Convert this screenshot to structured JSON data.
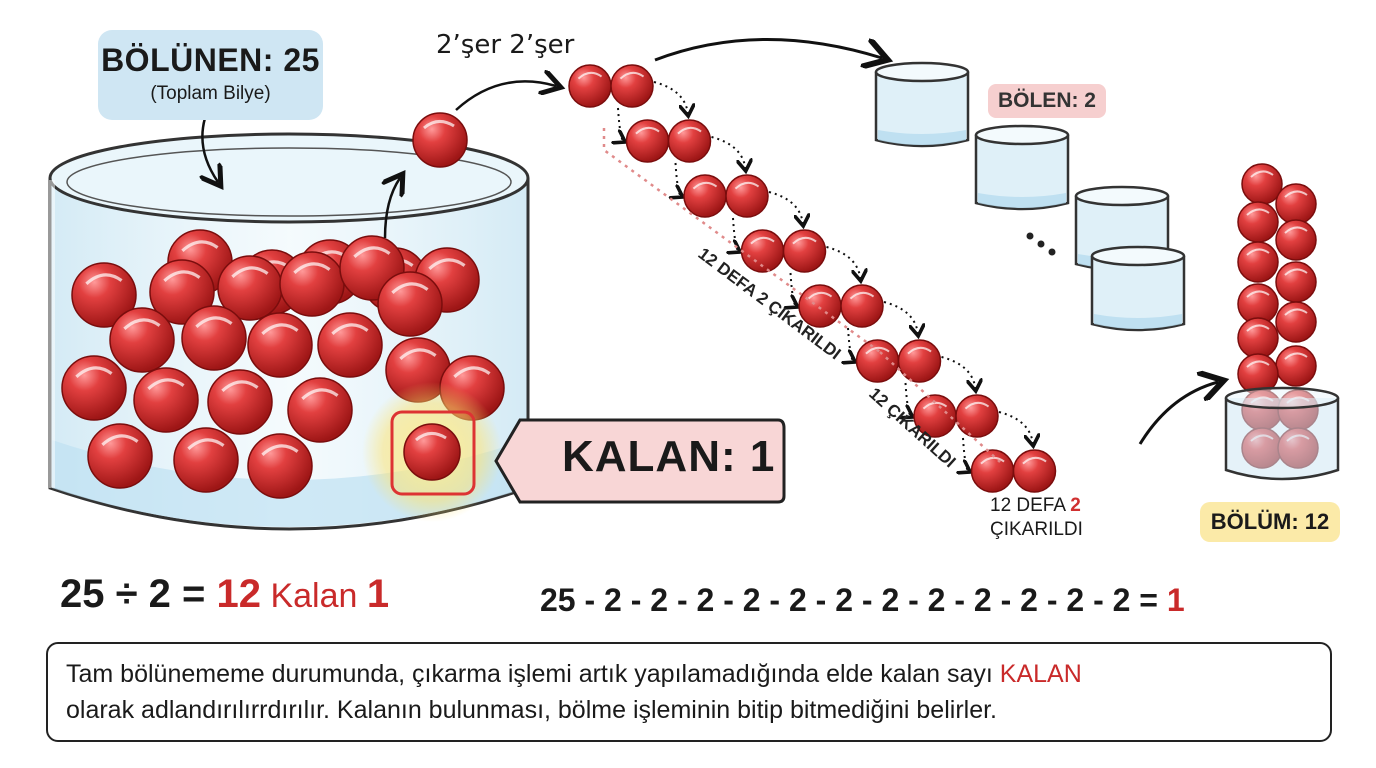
{
  "dividend": {
    "label": "BÖLÜNEN: 25",
    "sublabel": "(Toplam Bilye)"
  },
  "step_label": "2’şer 2’şer",
  "divisor_label": "BÖLEN: 2",
  "remainder_label": "KALAN: 1",
  "quotient_label": "BÖLÜM: 12",
  "diagonal_label_1": "12 DEFA 2 ÇIKARILDI",
  "diagonal_label_2": "12 ÇIKARILDI",
  "subtract_caption": {
    "prefix": "12 DEFA ",
    "highlight": "2",
    "suffix": "ÇIKARILDI"
  },
  "equation": {
    "left": "25 ÷ 2 = ",
    "quotient": "12",
    "kalan_word": " Kalan ",
    "remainder": "1"
  },
  "subtraction_chain": {
    "expression": "25 - 2 - 2 - 2 - 2 - 2 - 2 - 2 - 2 - 2 - 2 - 2 - 2 = ",
    "result": "1"
  },
  "note": {
    "line1_prefix": "Tam bölünememe durumunda, çıkarma işlemi artık yapılamadığında elde kalan sayı ",
    "line1_highlight": "KALAN",
    "line2": "olarak adlandırılırrdırılır. Kalanın bulunması, bölme işleminin bitip bitmediğini belirler."
  },
  "counts": {
    "dividend": 25,
    "divisor": 2,
    "quotient": 12,
    "remainder": 1
  },
  "colors": {
    "marble": "#d93434",
    "accent_red": "#c92a2a",
    "dividend_box": "#cfe6f3",
    "divisor_box": "#f6cfcf",
    "quotient_box": "#fbeaa8",
    "remainder_box": "#f8d6d6",
    "jar_glass": "#dff0f8"
  }
}
